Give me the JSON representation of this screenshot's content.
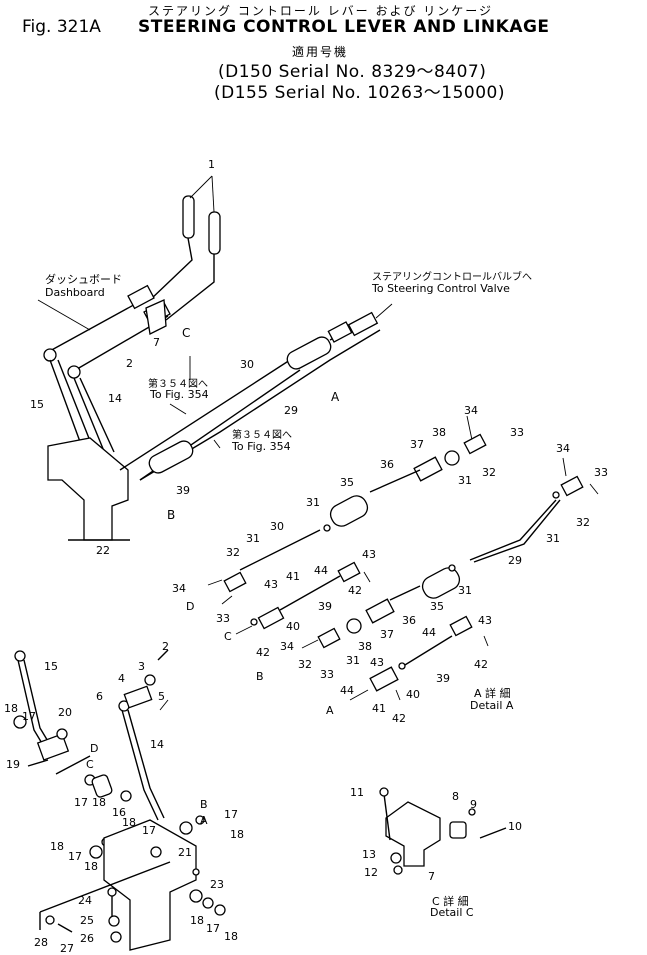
{
  "header": {
    "fig_no": "Fig. 321A",
    "title_jp": "ステアリング コントロール レバー および リンケージ",
    "title_en": "STEERING CONTROL LEVER AND LINKAGE",
    "applicable_jp": "適用号機",
    "serial_1": "(D150 Serial No. 8329～8407)",
    "serial_2": "(D155 Serial No. 10263～15000)"
  },
  "labels": {
    "dashboard_jp": "ダッシュボード",
    "dashboard_en": "Dashboard",
    "valve_jp": "ステアリングコントロールバルブへ",
    "valve_en": "To Steering Control Valve",
    "fig354_jp_a": "第３５４図へ",
    "fig354_en_a": "To Fig. 354",
    "fig354_jp_b": "第３５４図へ",
    "fig354_en_b": "To Fig. 354",
    "ref_c": "C",
    "ref_a": "A",
    "ref_b": "B",
    "detail_a_jp": "A 詳 細",
    "detail_a_en": "Detail A",
    "detail_c_jp": "C 詳 細",
    "detail_c_en": "Detail C"
  },
  "callouts": {
    "n1": "1",
    "n2": "2",
    "n7": "7",
    "n15": "15",
    "n14": "14",
    "n30": "30",
    "n29": "29",
    "n39": "39",
    "n22": "22",
    "n34a": "34",
    "n33a": "33",
    "n38a": "38",
    "n37a": "37",
    "n32a": "32",
    "n31a": "31",
    "n36a": "36",
    "n35a": "35",
    "n31b": "31",
    "n34b": "34",
    "n33b": "33",
    "n32b": "32",
    "n31c": "31",
    "n29b": "29",
    "n30b": "30",
    "n31d": "31",
    "n32c": "32",
    "n43a": "43",
    "n44a": "44",
    "n42a": "42",
    "n34c": "34",
    "d1": "D",
    "n33c": "33",
    "n41a": "41",
    "n43b": "43",
    "n39b": "39",
    "n35b": "35",
    "n31e": "31",
    "c1": "C",
    "n40a": "40",
    "n42b": "42",
    "n37b": "37",
    "n36b": "36",
    "n43c": "43",
    "n44b": "44",
    "n34d": "34",
    "n38b": "38",
    "n31f": "31",
    "n42c": "42",
    "b1": "B",
    "n32d": "32",
    "n33d": "33",
    "n43d": "43",
    "n44c": "44",
    "n39c": "39",
    "a1": "A",
    "n41b": "41",
    "n40b": "40",
    "n42d": "42",
    "n15b": "15",
    "n2b": "2",
    "n3": "3",
    "n4": "4",
    "n5": "5",
    "n6": "6",
    "n18a": "18",
    "n17a": "17",
    "n20": "20",
    "d2": "D",
    "c2": "C",
    "n19": "19",
    "n17b": "17",
    "n18b": "18",
    "n16": "16",
    "n18c": "18",
    "n14b": "14",
    "n17c": "17",
    "b2": "B",
    "a2": "A",
    "n17d": "17",
    "n18d": "18",
    "n18e": "18",
    "n17e": "17",
    "n18f": "18",
    "n21": "21",
    "n23": "23",
    "n24": "24",
    "n25": "25",
    "n26": "26",
    "n28": "28",
    "n27": "27",
    "n18g": "18",
    "n17f": "17",
    "n18h": "18",
    "n11": "11",
    "n8": "8",
    "n9": "9",
    "n10": "10",
    "n13": "13",
    "n12": "12",
    "n7b": "7"
  }
}
